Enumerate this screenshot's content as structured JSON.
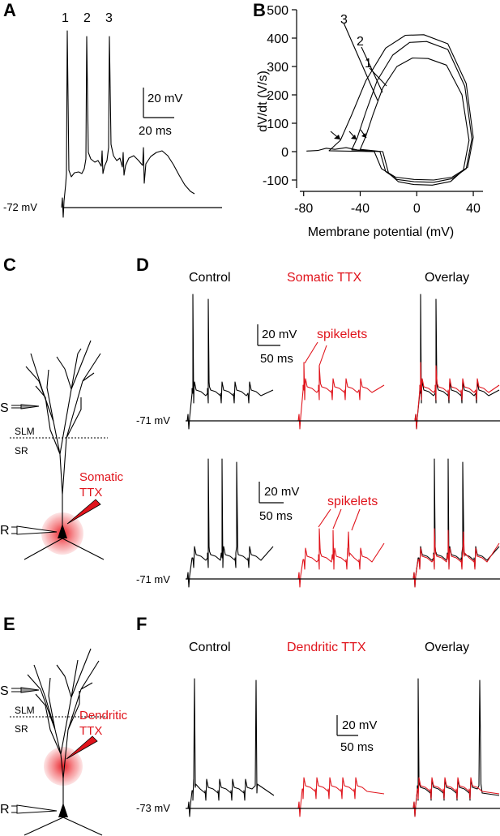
{
  "panels": {
    "a": "A",
    "b": "B",
    "c": "C",
    "d": "D",
    "e": "E",
    "f": "F"
  },
  "panel_a": {
    "spike_labels": [
      "1",
      "2",
      "3"
    ],
    "scale_mv": "20 mV",
    "scale_ms": "20 ms",
    "baseline": "-72 mV"
  },
  "panel_c": {
    "stim": "S",
    "rec": "R",
    "slm": "SLM",
    "sr": "SR",
    "ttx_line1": "Somatic",
    "ttx_line2": "TTX"
  },
  "panel_d": {
    "control": "Control",
    "drug": "Somatic TTX",
    "overlay": "Overlay",
    "scale_mv": "20 mV",
    "scale_ms": "50 ms",
    "spikelets": "spikelets",
    "baseline_top": "-71 mV",
    "baseline_bottom": "-71 mV"
  },
  "panel_e": {
    "stim": "S",
    "rec": "R",
    "slm": "SLM",
    "sr": "SR",
    "ttx_line1": "Dendritic",
    "ttx_line2": "TTX"
  },
  "panel_f": {
    "control": "Control",
    "drug": "Dendritic TTX",
    "overlay": "Overlay",
    "scale_mv": "20 mV",
    "scale_ms": "50 ms",
    "baseline": "-73 mV"
  },
  "chart_data": {
    "type": "line",
    "title": "",
    "xlabel": "Membrane potential (mV)",
    "ylabel": "dV/dt (V/s)",
    "xlim": [
      -85,
      48
    ],
    "ylim": [
      -140,
      500
    ],
    "xticks": [
      "-80",
      "-40",
      "0",
      "40"
    ],
    "yticks": [
      "-100",
      "0",
      "100",
      "200",
      "300",
      "400",
      "500"
    ],
    "curve_labels": [
      "1",
      "2",
      "3"
    ],
    "series": [
      {
        "name": "1",
        "x": [
          -62,
          -54,
          -46,
          -36,
          -22,
          -8,
          5,
          22,
          35,
          40,
          36,
          25,
          12,
          -2,
          -15,
          -25,
          -30
        ],
        "y": [
          3,
          40,
          130,
          250,
          365,
          410,
          412,
          380,
          240,
          50,
          -55,
          -90,
          -100,
          -98,
          -90,
          -60,
          0
        ]
      },
      {
        "name": "2",
        "x": [
          -46,
          -42,
          -36,
          -28,
          -17,
          -5,
          7,
          22,
          34,
          39,
          35,
          25,
          12,
          -2,
          -14,
          -22,
          -26
        ],
        "y": [
          6,
          50,
          140,
          250,
          340,
          385,
          388,
          360,
          230,
          45,
          -60,
          -95,
          -108,
          -106,
          -98,
          -70,
          0
        ]
      },
      {
        "name": "3",
        "x": [
          -40,
          -36,
          -31,
          -24,
          -14,
          -3,
          8,
          21,
          32,
          37,
          33,
          24,
          11,
          -2,
          -13,
          -20,
          -24
        ],
        "y": [
          8,
          55,
          130,
          225,
          300,
          330,
          328,
          305,
          200,
          40,
          -65,
          -105,
          -118,
          -116,
          -106,
          -75,
          0
        ]
      }
    ]
  }
}
